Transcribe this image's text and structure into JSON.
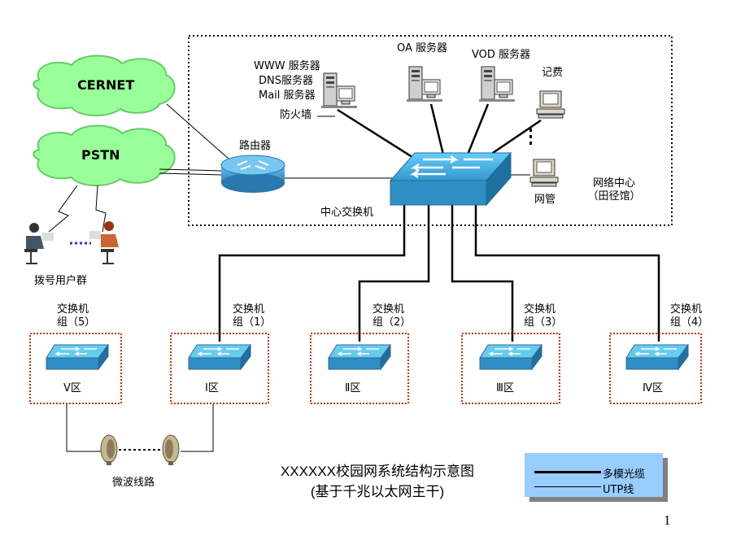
{
  "clouds": {
    "cernet": "CERNET",
    "pstn": "PSTN"
  },
  "servers": {
    "www": "WWW 服务器",
    "dns": "DNS服务器",
    "mail": "Mail 服务器",
    "firewall": "防火墙",
    "oa": "OA 服务器",
    "vod": "VOD 服务器",
    "billing": "记费",
    "netmgmt": "网管"
  },
  "router": "路由器",
  "core_switch": "中心交换机",
  "network_center": {
    "line1": "网络中心",
    "line2": "（田径馆）"
  },
  "dialup": "拨号用户群",
  "groups": [
    {
      "line1": "交换机",
      "line2": "组（5）",
      "zone": "Ⅴ区"
    },
    {
      "line1": "交换机",
      "line2": "组（1）",
      "zone": "Ⅰ区"
    },
    {
      "line1": "交换机",
      "line2": "组（2）",
      "zone": "Ⅱ区"
    },
    {
      "line1": "交换机",
      "line2": "组（3）",
      "zone": "Ⅲ区"
    },
    {
      "line1": "交换机",
      "line2": "组（4）",
      "zone": "Ⅳ区"
    }
  ],
  "microwave": "微波线路",
  "title": {
    "line1": "XXXXXX校园网系统结构示意图",
    "line2": "(基于千兆以太网主干)"
  },
  "legend": {
    "fiber": "多模光缆",
    "utp": "UTP线"
  },
  "page_number": "1",
  "colors": {
    "cloud": "#99ff99",
    "switch": "#3399cc",
    "zone_border": "#cc3300",
    "legend_bg": "#99ccff"
  }
}
